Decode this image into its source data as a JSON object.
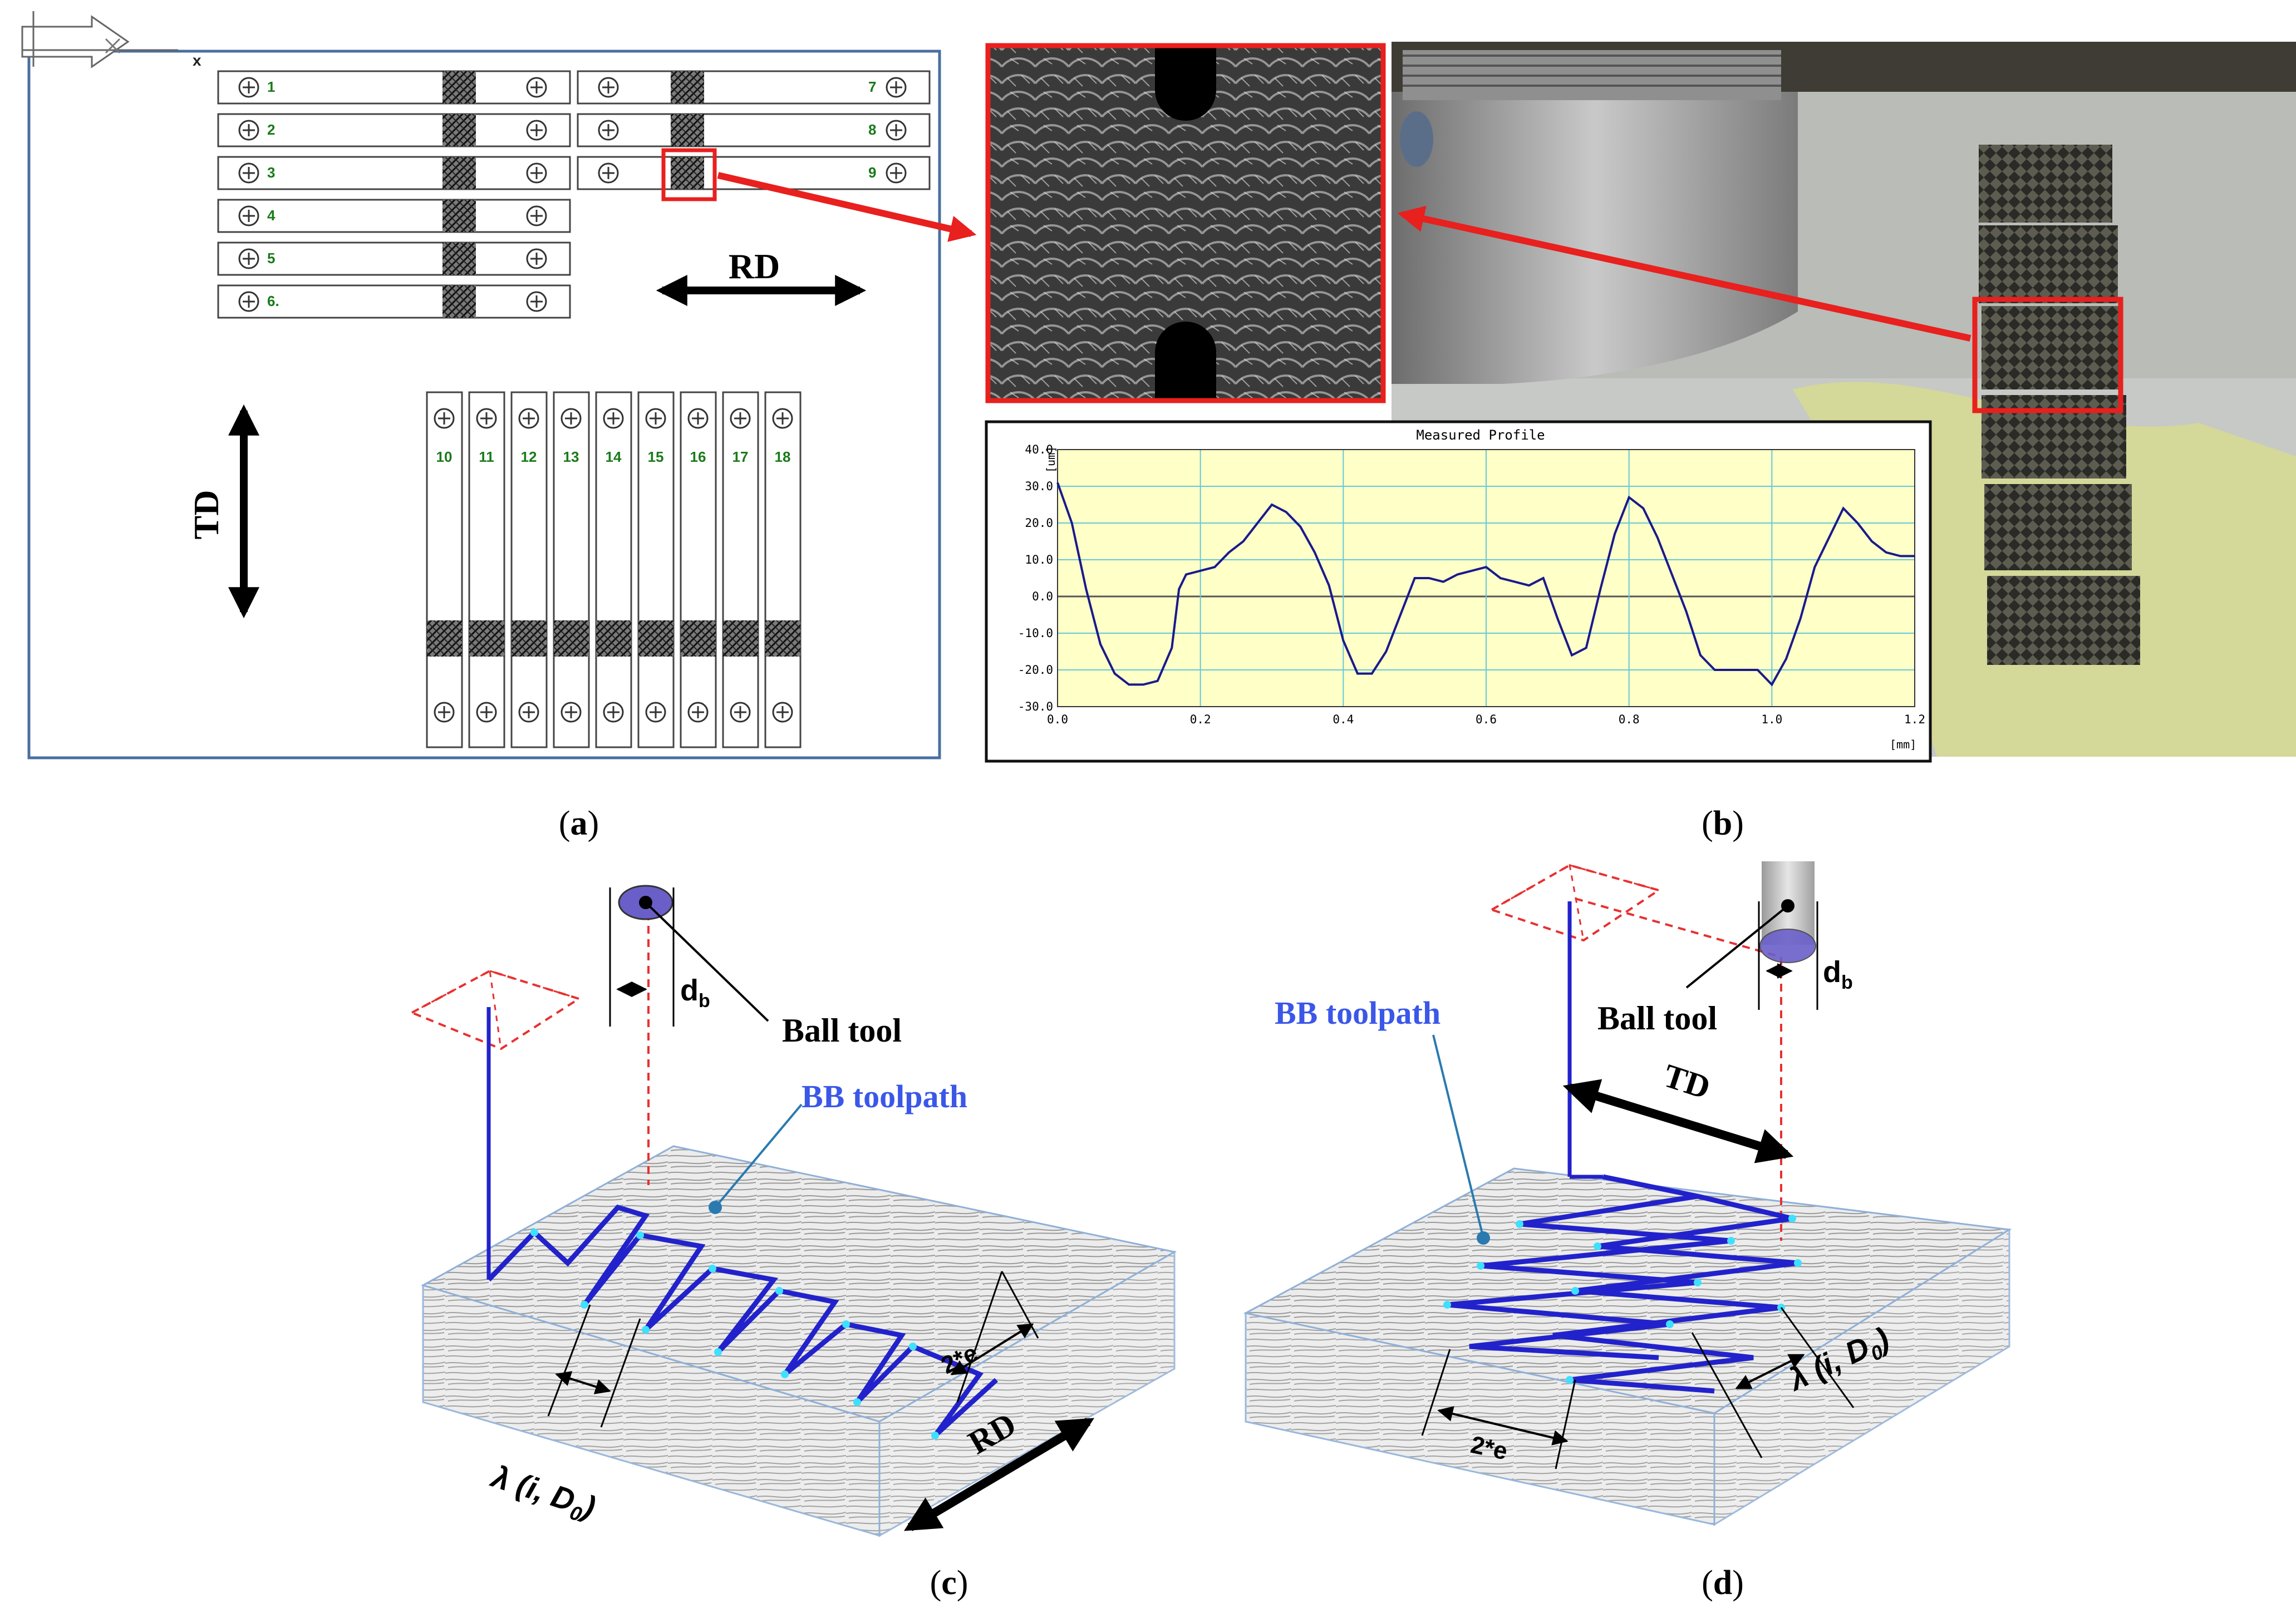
{
  "colors": {
    "panel_border": "#4a6fa0",
    "pointer_red": "#e8201e",
    "toolpath_blue": "#2222cc",
    "label_blue": "#3a57e8",
    "dash_red": "#e83030",
    "specimen_green": "#1a7a1a",
    "plot_bg": "#ffffc8",
    "plot_line": "#1a1a8c",
    "grid": "#66c8d8"
  },
  "panel_a": {
    "axis_label": "x",
    "specimens_rd_left": [
      "1",
      "2",
      "3",
      "4",
      "5",
      "6."
    ],
    "specimens_rd_right": [
      "7",
      "8",
      "9"
    ],
    "specimens_td": [
      "10",
      "11",
      "12",
      "13",
      "14",
      "15",
      "16",
      "17",
      "18"
    ],
    "rd_label": "RD",
    "td_label": "TD",
    "caption": "(a)",
    "caption_letter": "a"
  },
  "panel_b": {
    "caption": "(b)",
    "caption_letter": "b",
    "profile_chart": {
      "title": "Measured Profile",
      "ylabel": "[um]",
      "xlabel": "[mm]",
      "y_ticks": [
        "40.0",
        "30.0",
        "20.0",
        "10.0",
        "0.0",
        "-10.0",
        "-20.0",
        "-30.0"
      ],
      "x_ticks": [
        "0.0",
        "0.2",
        "0.4",
        "0.6",
        "0.8",
        "1.0",
        "1.2"
      ]
    }
  },
  "chart_data": {
    "type": "line",
    "title": "Measured Profile",
    "xlabel": "[mm]",
    "ylabel": "[um]",
    "xlim": [
      0,
      1.2
    ],
    "ylim": [
      -30,
      40
    ],
    "grid": true,
    "x": [
      0.0,
      0.02,
      0.04,
      0.06,
      0.08,
      0.1,
      0.12,
      0.14,
      0.16,
      0.17,
      0.18,
      0.2,
      0.22,
      0.24,
      0.26,
      0.28,
      0.3,
      0.32,
      0.34,
      0.36,
      0.38,
      0.4,
      0.42,
      0.44,
      0.46,
      0.48,
      0.5,
      0.52,
      0.54,
      0.56,
      0.58,
      0.6,
      0.62,
      0.64,
      0.66,
      0.68,
      0.7,
      0.72,
      0.74,
      0.76,
      0.78,
      0.8,
      0.82,
      0.84,
      0.86,
      0.88,
      0.9,
      0.92,
      0.94,
      0.96,
      0.98,
      1.0,
      1.02,
      1.04,
      1.06,
      1.08,
      1.1,
      1.12,
      1.14,
      1.16,
      1.18,
      1.2
    ],
    "values": [
      31,
      20,
      2,
      -13,
      -21,
      -24,
      -24,
      -23,
      -14,
      2,
      6,
      7,
      8,
      12,
      15,
      20,
      25,
      23,
      19,
      12,
      3,
      -12,
      -21,
      -21,
      -15,
      -5,
      5,
      5,
      4,
      6,
      7,
      8,
      5,
      4,
      3,
      5,
      -6,
      -16,
      -14,
      2,
      17,
      27,
      24,
      16,
      6,
      -4,
      -16,
      -20,
      -20,
      -20,
      -20,
      -24,
      -17,
      -6,
      8,
      16,
      24,
      20,
      15,
      12,
      11,
      11
    ]
  },
  "panel_c": {
    "ball_tool": "Ball tool",
    "toolpath": "BB toolpath",
    "db_main": "d",
    "db_sub": "b",
    "two_e": "2*e",
    "lambda_main": "λ (i, D",
    "lambda_sub": "0",
    "lambda_close": ")",
    "direction": "RD",
    "caption": "(c)",
    "caption_letter": "c"
  },
  "panel_d": {
    "ball_tool": "Ball tool",
    "toolpath": "BB toolpath",
    "db_main": "d",
    "db_sub": "b",
    "two_e": "2*e",
    "lambda_main": "λ (i, D",
    "lambda_sub": "0",
    "lambda_close": ")",
    "direction": "TD",
    "caption": "(d)",
    "caption_letter": "d"
  }
}
